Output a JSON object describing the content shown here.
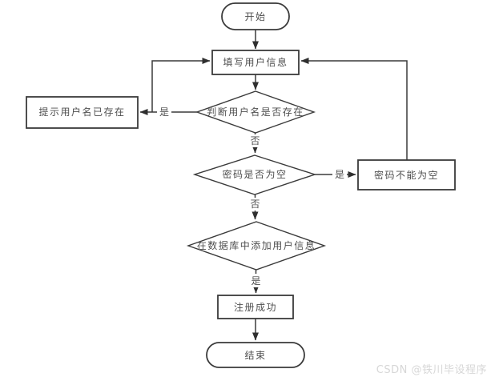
{
  "diagram": {
    "type": "flowchart",
    "nodes": [
      {
        "id": "start",
        "shape": "stadium",
        "label": "开始"
      },
      {
        "id": "fill-user-info",
        "shape": "rect",
        "label": "填写用户信息"
      },
      {
        "id": "check-username-exists",
        "shape": "diamond",
        "label": "判断用户名是否存在"
      },
      {
        "id": "prompt-username-exists",
        "shape": "rect",
        "label": "提示用户名已存在"
      },
      {
        "id": "check-password-empty",
        "shape": "diamond",
        "label": "密码是否为空"
      },
      {
        "id": "password-cannot-be-empty",
        "shape": "rect",
        "label": "密码不能为空"
      },
      {
        "id": "add-user-info-to-database",
        "shape": "diamond",
        "label": "在数据库中添加用户信息"
      },
      {
        "id": "register-success",
        "shape": "rect",
        "label": "注册成功"
      },
      {
        "id": "end",
        "shape": "stadium",
        "label": "结束"
      }
    ],
    "edges": [
      {
        "from": "start",
        "to": "fill-user-info",
        "label": ""
      },
      {
        "from": "fill-user-info",
        "to": "check-username-exists",
        "label": ""
      },
      {
        "from": "check-username-exists",
        "to": "prompt-username-exists",
        "label": "是"
      },
      {
        "from": "prompt-username-exists",
        "to": "fill-user-info",
        "label": ""
      },
      {
        "from": "check-username-exists",
        "to": "check-password-empty",
        "label": "否"
      },
      {
        "from": "check-password-empty",
        "to": "password-cannot-be-empty",
        "label": "是"
      },
      {
        "from": "password-cannot-be-empty",
        "to": "fill-user-info",
        "label": ""
      },
      {
        "from": "check-password-empty",
        "to": "add-user-info-to-database",
        "label": "否"
      },
      {
        "from": "add-user-info-to-database",
        "to": "register-success",
        "label": "是"
      },
      {
        "from": "register-success",
        "to": "end",
        "label": ""
      }
    ],
    "colors": {
      "stroke": "#3a3a3a",
      "text": "#4f4f4f",
      "shape_fill": "#ffffff",
      "background": "#ffffff"
    }
  },
  "watermark": {
    "text": "CSDN @铁川毕设程序",
    "color": "#d7d7d7"
  }
}
